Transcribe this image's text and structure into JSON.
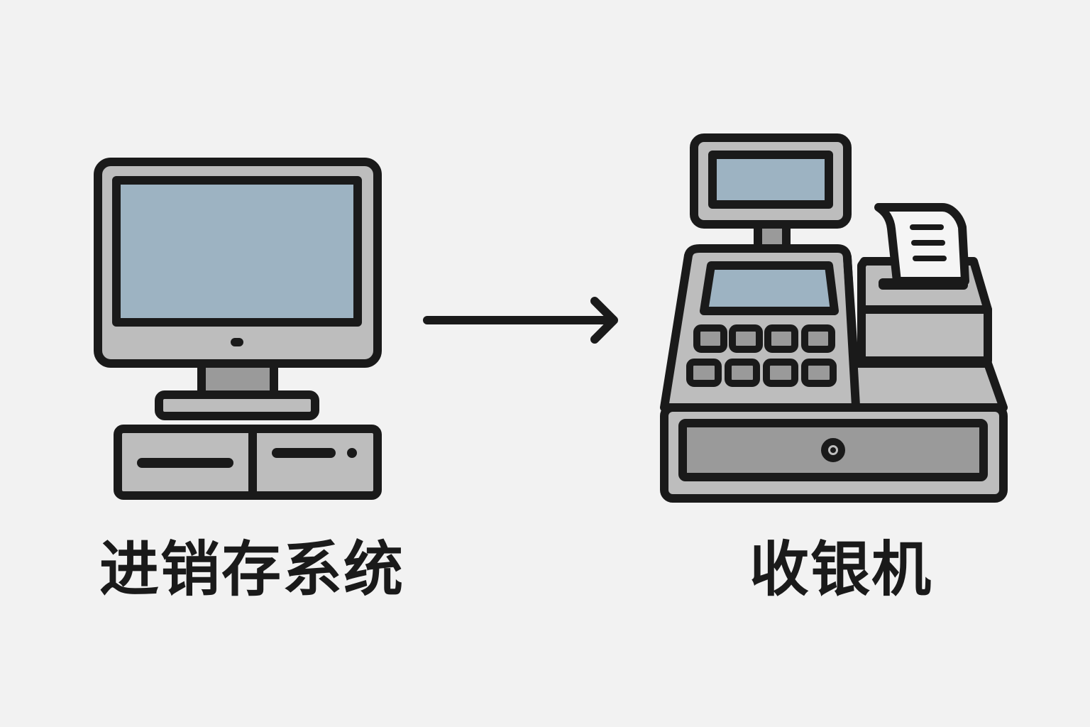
{
  "diagram": {
    "source_node": {
      "label": "进销存系统",
      "icon": "desktop-computer-icon"
    },
    "target_node": {
      "label": "收银机",
      "icon": "cash-register-icon"
    },
    "connector": {
      "icon": "arrow-right-icon",
      "direction": "source-to-target"
    }
  },
  "colors": {
    "background": "#f2f2f2",
    "outline": "#1a1a1a",
    "body_gray": "#bdbdbd",
    "dark_gray": "#9a9a9a",
    "screen_blue": "#9db3c2",
    "paper_white": "#f5f5f5"
  }
}
